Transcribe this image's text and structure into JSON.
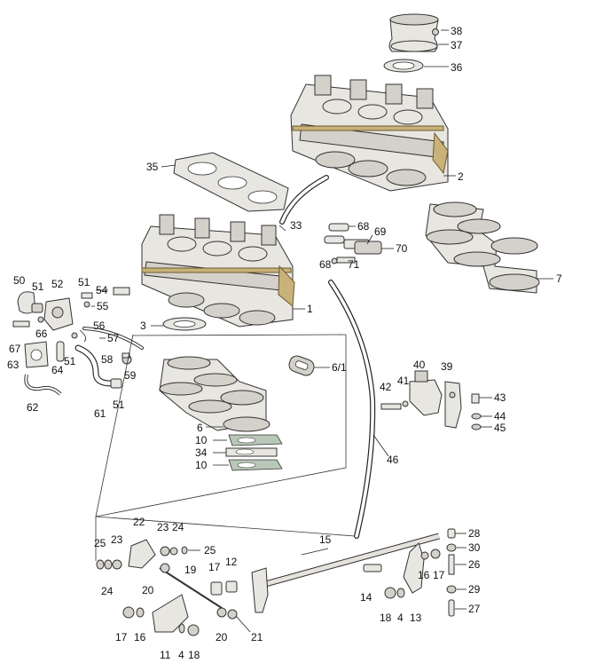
{
  "diagram": {
    "callouts": [
      {
        "id": "c38",
        "text": "38"
      },
      {
        "id": "c37",
        "text": "37"
      },
      {
        "id": "c36",
        "text": "36"
      },
      {
        "id": "c2",
        "text": "2"
      },
      {
        "id": "c35",
        "text": "35"
      },
      {
        "id": "c33",
        "text": "33"
      },
      {
        "id": "c68a",
        "text": "68"
      },
      {
        "id": "c69",
        "text": "69"
      },
      {
        "id": "c70",
        "text": "70"
      },
      {
        "id": "c68b",
        "text": "68"
      },
      {
        "id": "c71",
        "text": "71"
      },
      {
        "id": "c7",
        "text": "7"
      },
      {
        "id": "c1",
        "text": "1"
      },
      {
        "id": "c3",
        "text": "3"
      },
      {
        "id": "c50",
        "text": "50"
      },
      {
        "id": "c51a",
        "text": "51"
      },
      {
        "id": "c52",
        "text": "52"
      },
      {
        "id": "c51b",
        "text": "51"
      },
      {
        "id": "c54",
        "text": "54"
      },
      {
        "id": "c55",
        "text": "55"
      },
      {
        "id": "c66",
        "text": "66"
      },
      {
        "id": "c56",
        "text": "56"
      },
      {
        "id": "c57",
        "text": "57"
      },
      {
        "id": "c67",
        "text": "67"
      },
      {
        "id": "c58",
        "text": "58"
      },
      {
        "id": "c63",
        "text": "63"
      },
      {
        "id": "c64",
        "text": "64"
      },
      {
        "id": "c51c",
        "text": "51"
      },
      {
        "id": "c59",
        "text": "59"
      },
      {
        "id": "c62",
        "text": "62"
      },
      {
        "id": "c61",
        "text": "61"
      },
      {
        "id": "c51d",
        "text": "51"
      },
      {
        "id": "c6_1",
        "text": "6/1"
      },
      {
        "id": "c6",
        "text": "6"
      },
      {
        "id": "c10a",
        "text": "10"
      },
      {
        "id": "c34",
        "text": "34"
      },
      {
        "id": "c10b",
        "text": "10"
      },
      {
        "id": "c40",
        "text": "40"
      },
      {
        "id": "c39",
        "text": "39"
      },
      {
        "id": "c42",
        "text": "42"
      },
      {
        "id": "c41",
        "text": "41"
      },
      {
        "id": "c43",
        "text": "43"
      },
      {
        "id": "c44",
        "text": "44"
      },
      {
        "id": "c45",
        "text": "45"
      },
      {
        "id": "c46",
        "text": "46"
      },
      {
        "id": "c22",
        "text": "22"
      },
      {
        "id": "c23a",
        "text": "23"
      },
      {
        "id": "c24a",
        "text": "24"
      },
      {
        "id": "c25a",
        "text": "25"
      },
      {
        "id": "c23b",
        "text": "23"
      },
      {
        "id": "c25b",
        "text": "25"
      },
      {
        "id": "c24b",
        "text": "24"
      },
      {
        "id": "c19",
        "text": "19"
      },
      {
        "id": "c17a",
        "text": "17"
      },
      {
        "id": "c12",
        "text": "12"
      },
      {
        "id": "c20a",
        "text": "20"
      },
      {
        "id": "c15",
        "text": "15"
      },
      {
        "id": "c28",
        "text": "28"
      },
      {
        "id": "c30",
        "text": "30"
      },
      {
        "id": "c26",
        "text": "26"
      },
      {
        "id": "c14",
        "text": "14"
      },
      {
        "id": "c16a",
        "text": "16"
      },
      {
        "id": "c17b",
        "text": "17"
      },
      {
        "id": "c29",
        "text": "29"
      },
      {
        "id": "c27",
        "text": "27"
      },
      {
        "id": "c18a",
        "text": "18"
      },
      {
        "id": "c4a",
        "text": "4"
      },
      {
        "id": "c13",
        "text": "13"
      },
      {
        "id": "c17c",
        "text": "17"
      },
      {
        "id": "c16b",
        "text": "16"
      },
      {
        "id": "c11",
        "text": "11"
      },
      {
        "id": "c4b",
        "text": "4"
      },
      {
        "id": "c18b",
        "text": "18"
      },
      {
        "id": "c20b",
        "text": "20"
      },
      {
        "id": "c21",
        "text": "21"
      }
    ]
  }
}
